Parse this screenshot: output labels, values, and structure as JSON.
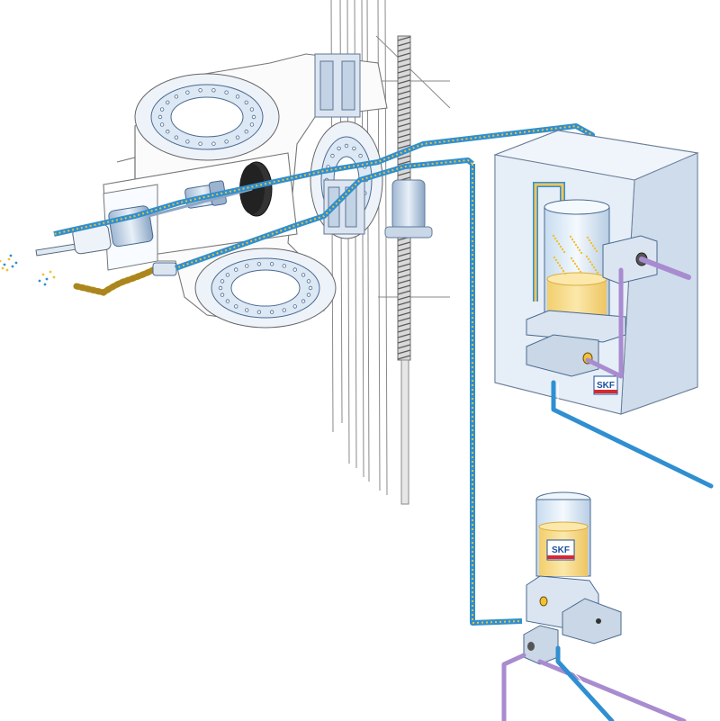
{
  "brand": {
    "label": "SKF",
    "color": "#1b4fa0",
    "accent": "#d8282e"
  },
  "colors": {
    "air_line": "#2f8fd1",
    "oil_dots": "#f0c234",
    "oil_line": "#f2c45a",
    "purple_line": "#a88ccf",
    "housing_fill": "#e3ecf7",
    "housing_stroke": "#6b7f99",
    "machine_line": "#7a7a7a",
    "lubricant": "#f7dc8e"
  },
  "components": {
    "spindle_head": "spindle-head",
    "oil_air_unit": "oil-air-unit",
    "grease_pump": "grease-pump",
    "ball_screw": "ball-screw"
  }
}
